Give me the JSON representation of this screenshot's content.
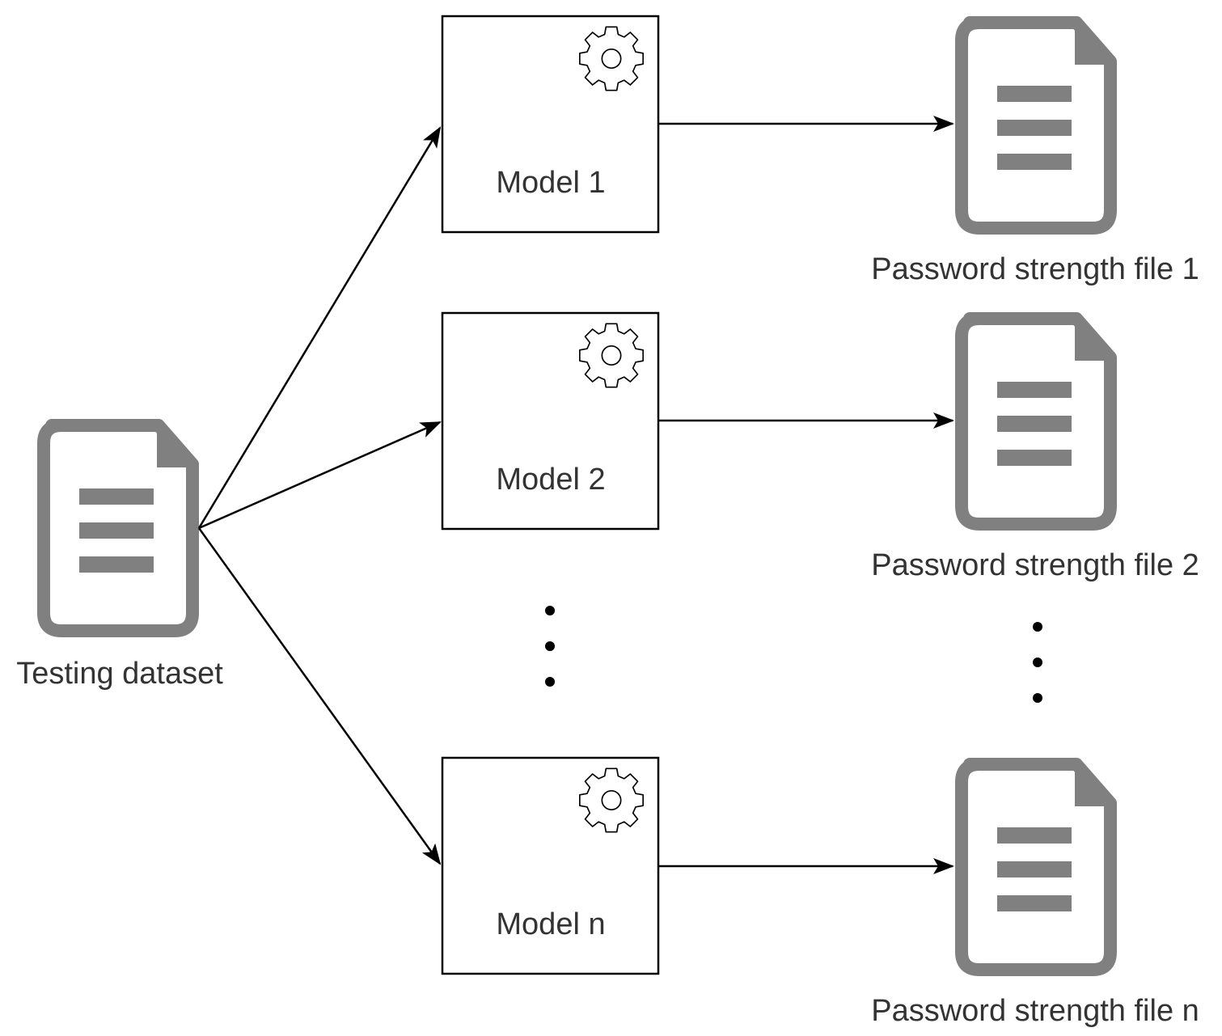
{
  "diagram": {
    "input": {
      "label": "Testing dataset",
      "icon": "document-icon"
    },
    "models": [
      {
        "label": "Model 1",
        "icon": "gear-icon"
      },
      {
        "label": "Model 2",
        "icon": "gear-icon"
      },
      {
        "label": "Model n",
        "icon": "gear-icon"
      }
    ],
    "outputs": [
      {
        "label": "Password strength file 1",
        "icon": "document-icon"
      },
      {
        "label": "Password strength file 2",
        "icon": "document-icon"
      },
      {
        "label": "Password strength file n",
        "icon": "document-icon"
      }
    ],
    "colors": {
      "icon_gray": "#808080",
      "text": "#333333",
      "stroke": "#000000"
    }
  }
}
